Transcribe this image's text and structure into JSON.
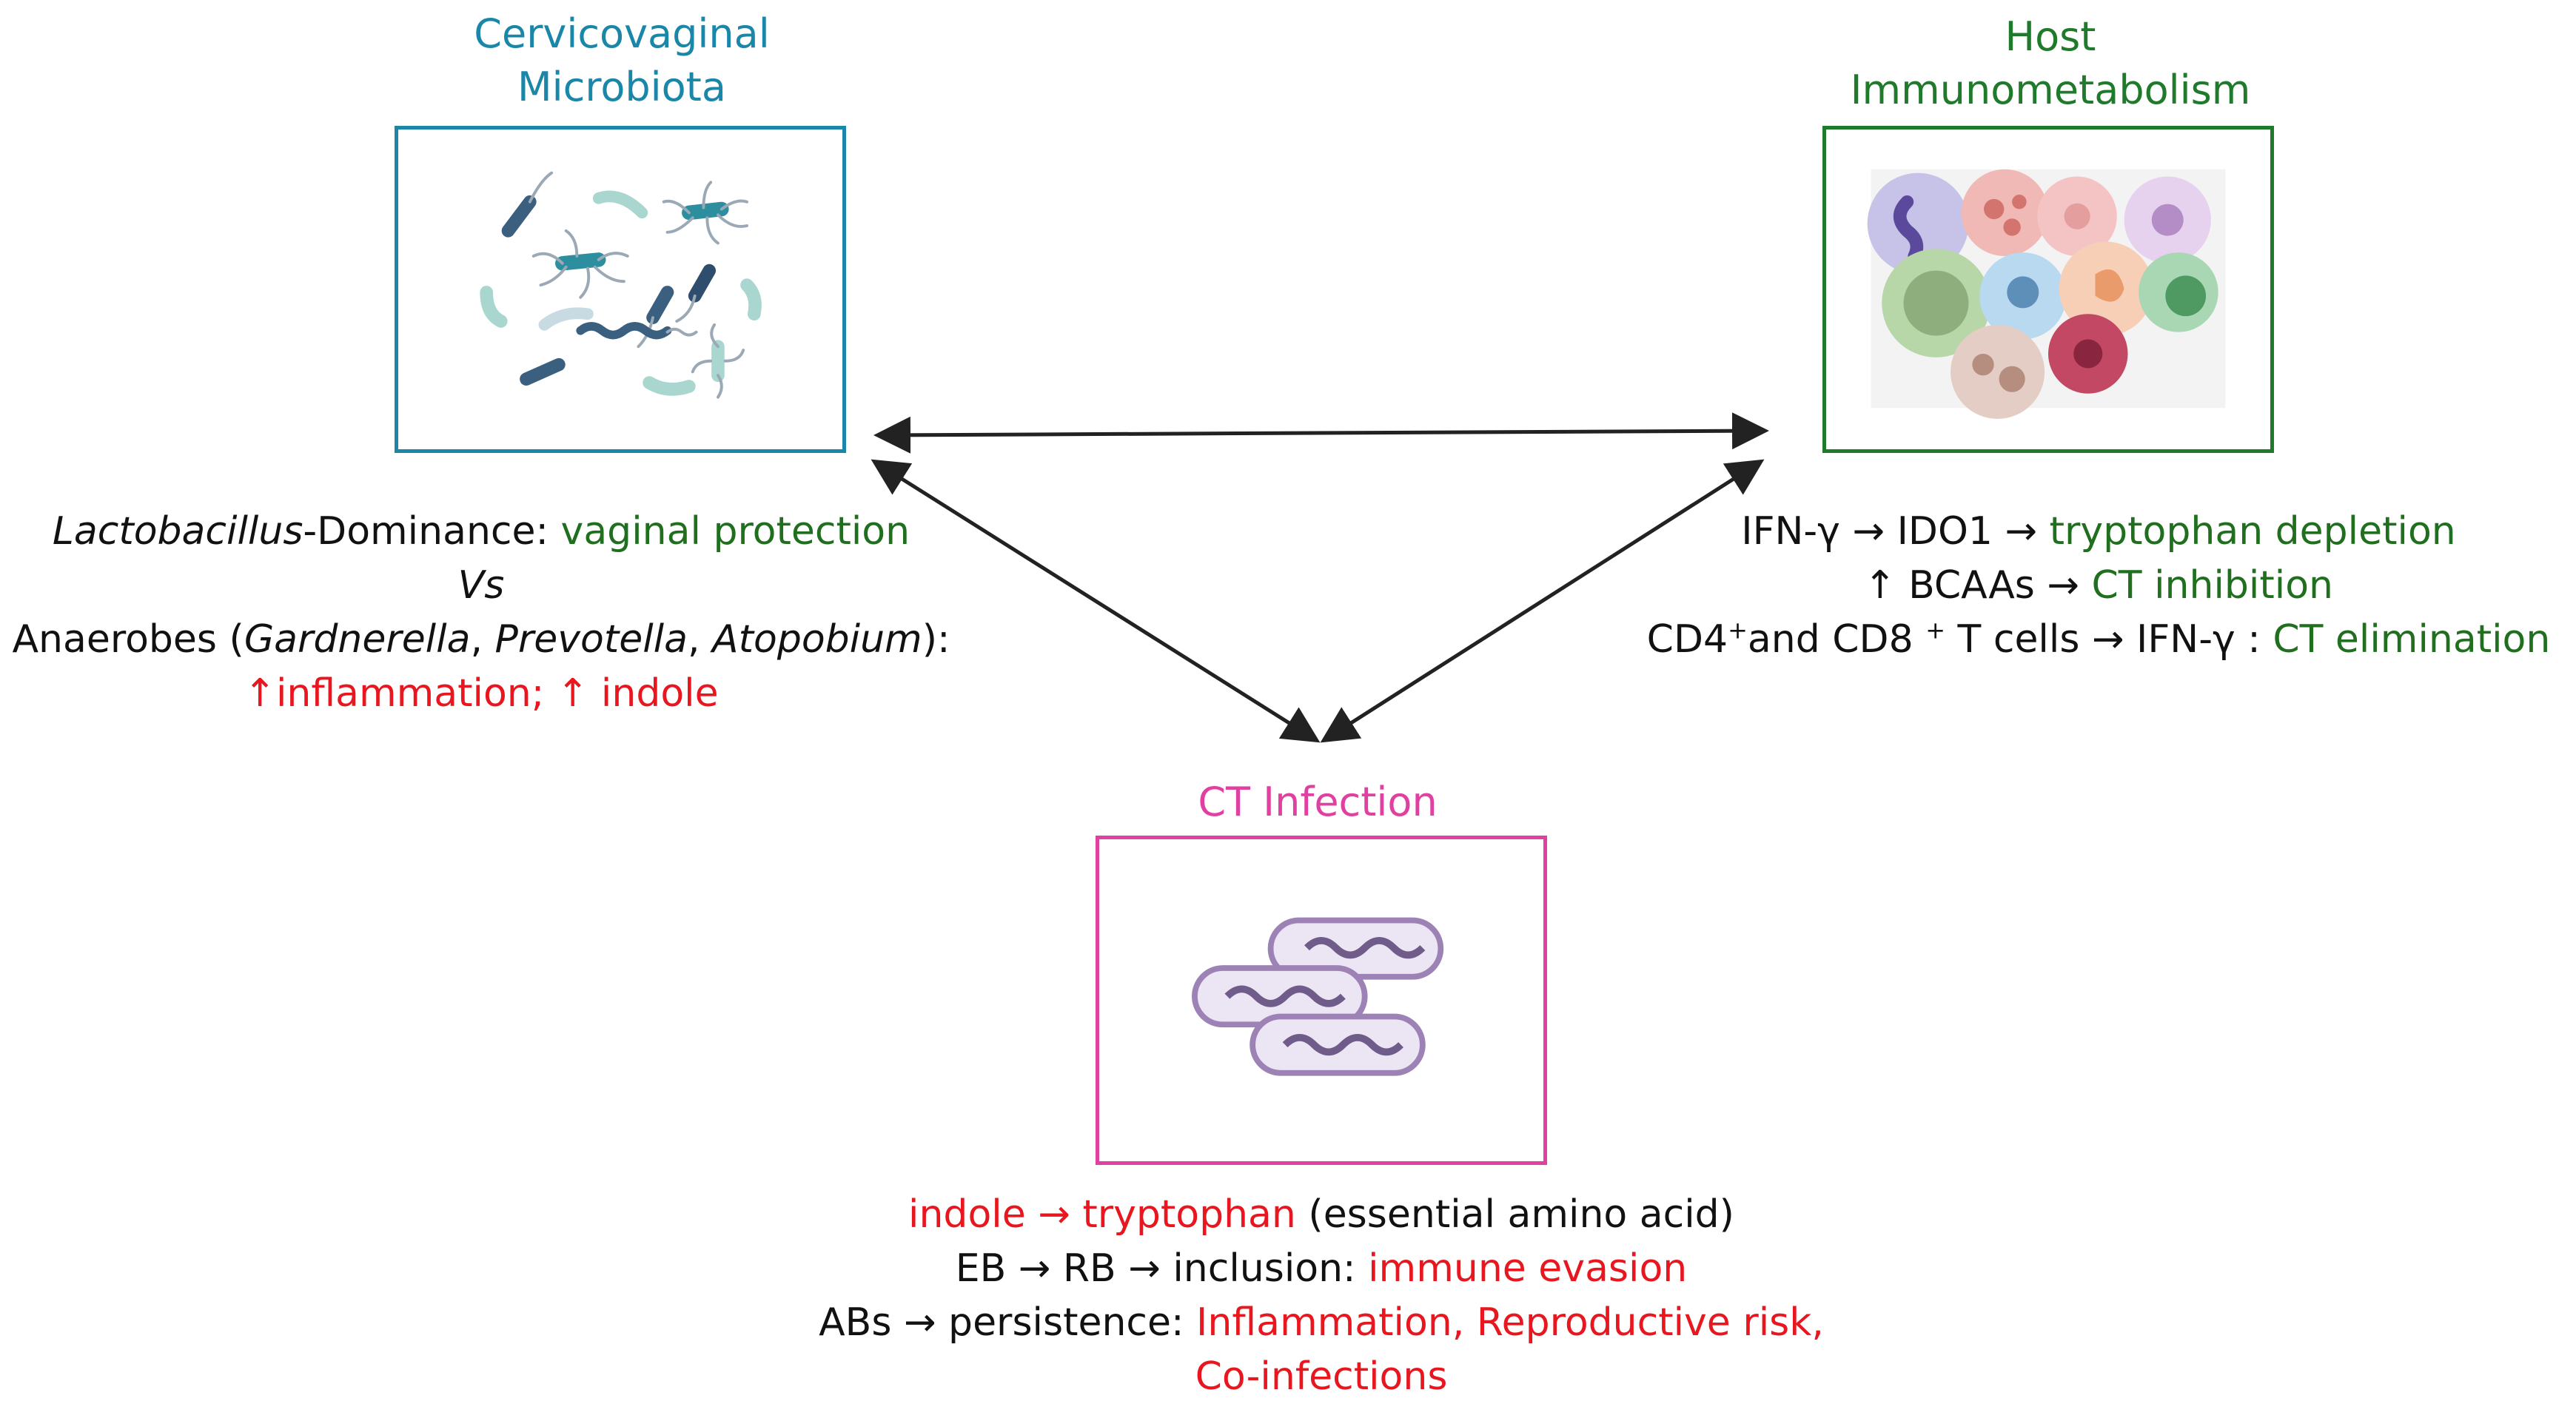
{
  "nodes": {
    "microbiota": {
      "title_line1": "Cervicovaginal",
      "title_line2": "Microbiota",
      "color": "#1a86a8",
      "icon": "bacteria-illustration"
    },
    "host": {
      "title_line1": "Host",
      "title_line2": "Immunometabolism",
      "color": "#1f7a2b",
      "icon": "immune-cells-illustration"
    },
    "ct": {
      "title": "CT Infection",
      "color": "#e040a0",
      "icon": "chlamydia-bacilli-illustration"
    }
  },
  "microbiota_text": {
    "l1_italic": "Lactobacillus",
    "l1_plain": "-Dominance: ",
    "l1_green": "vaginal protection",
    "l2": "Vs",
    "l3_a": "Anaerobes (",
    "l3_b": "Gardnerella",
    "l3_c": ", ",
    "l3_d": "Prevotella",
    "l3_e": ", ",
    "l3_f": "Atopobium",
    "l3_g": "):",
    "l4_red": "↑inflammation; ↑ indole"
  },
  "host_text": {
    "l1_plain": "IFN-γ → IDO1 → ",
    "l1_green": "tryptophan depletion",
    "l2_plain": "↑ BCAAs → ",
    "l2_green": "CT inhibition",
    "l3_a": "CD4",
    "l3_sup1": "+",
    "l3_b": "and CD8 ",
    "l3_sup2": "+",
    "l3_c": " T cells → IFN-γ : ",
    "l3_green": "CT elimination"
  },
  "ct_text": {
    "l1_red": "indole → tryptophan",
    "l1_plain": " (essential amino acid)",
    "l2_plain": "EB → RB → inclusion: ",
    "l2_red": "immune evasion",
    "l3_plain": "ABs → persistence: ",
    "l3_red": "Inflammation, Reproductive risk,",
    "l4_red": "Co-infections"
  },
  "colors": {
    "arrow": "#222222",
    "green_text": "#1f6f1f",
    "red_text": "#e8171f"
  }
}
